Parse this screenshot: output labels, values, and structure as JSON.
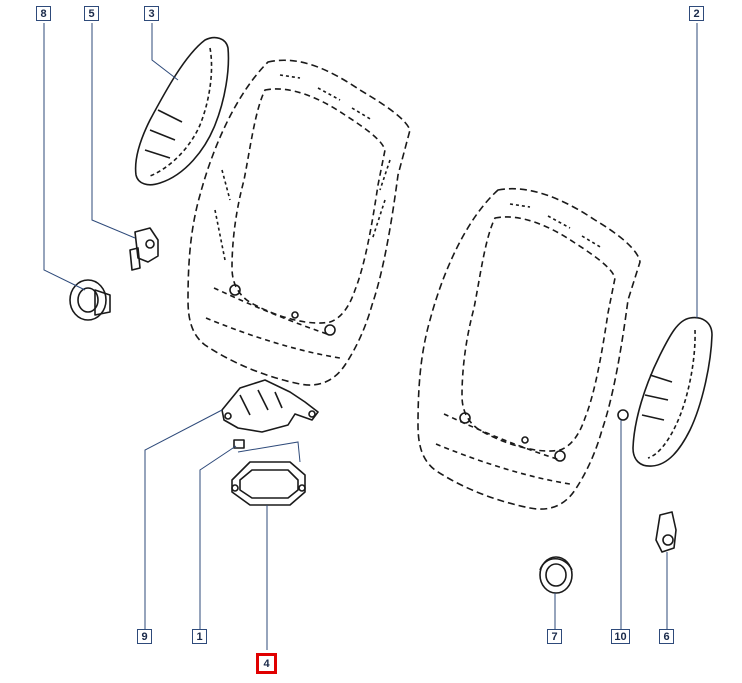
{
  "callouts": [
    {
      "id": "c8",
      "text": "8"
    },
    {
      "id": "c5",
      "text": "5"
    },
    {
      "id": "c3",
      "text": "3"
    },
    {
      "id": "c2",
      "text": "2"
    },
    {
      "id": "c9",
      "text": "9"
    },
    {
      "id": "c1",
      "text": "1"
    },
    {
      "id": "c4",
      "text": "4"
    },
    {
      "id": "c7",
      "text": "7"
    },
    {
      "id": "c10",
      "text": "10"
    },
    {
      "id": "c6",
      "text": "6"
    }
  ],
  "colors": {
    "line": "#1a1a1a",
    "leader": "#2e4a7a",
    "highlight": "#e00000"
  }
}
